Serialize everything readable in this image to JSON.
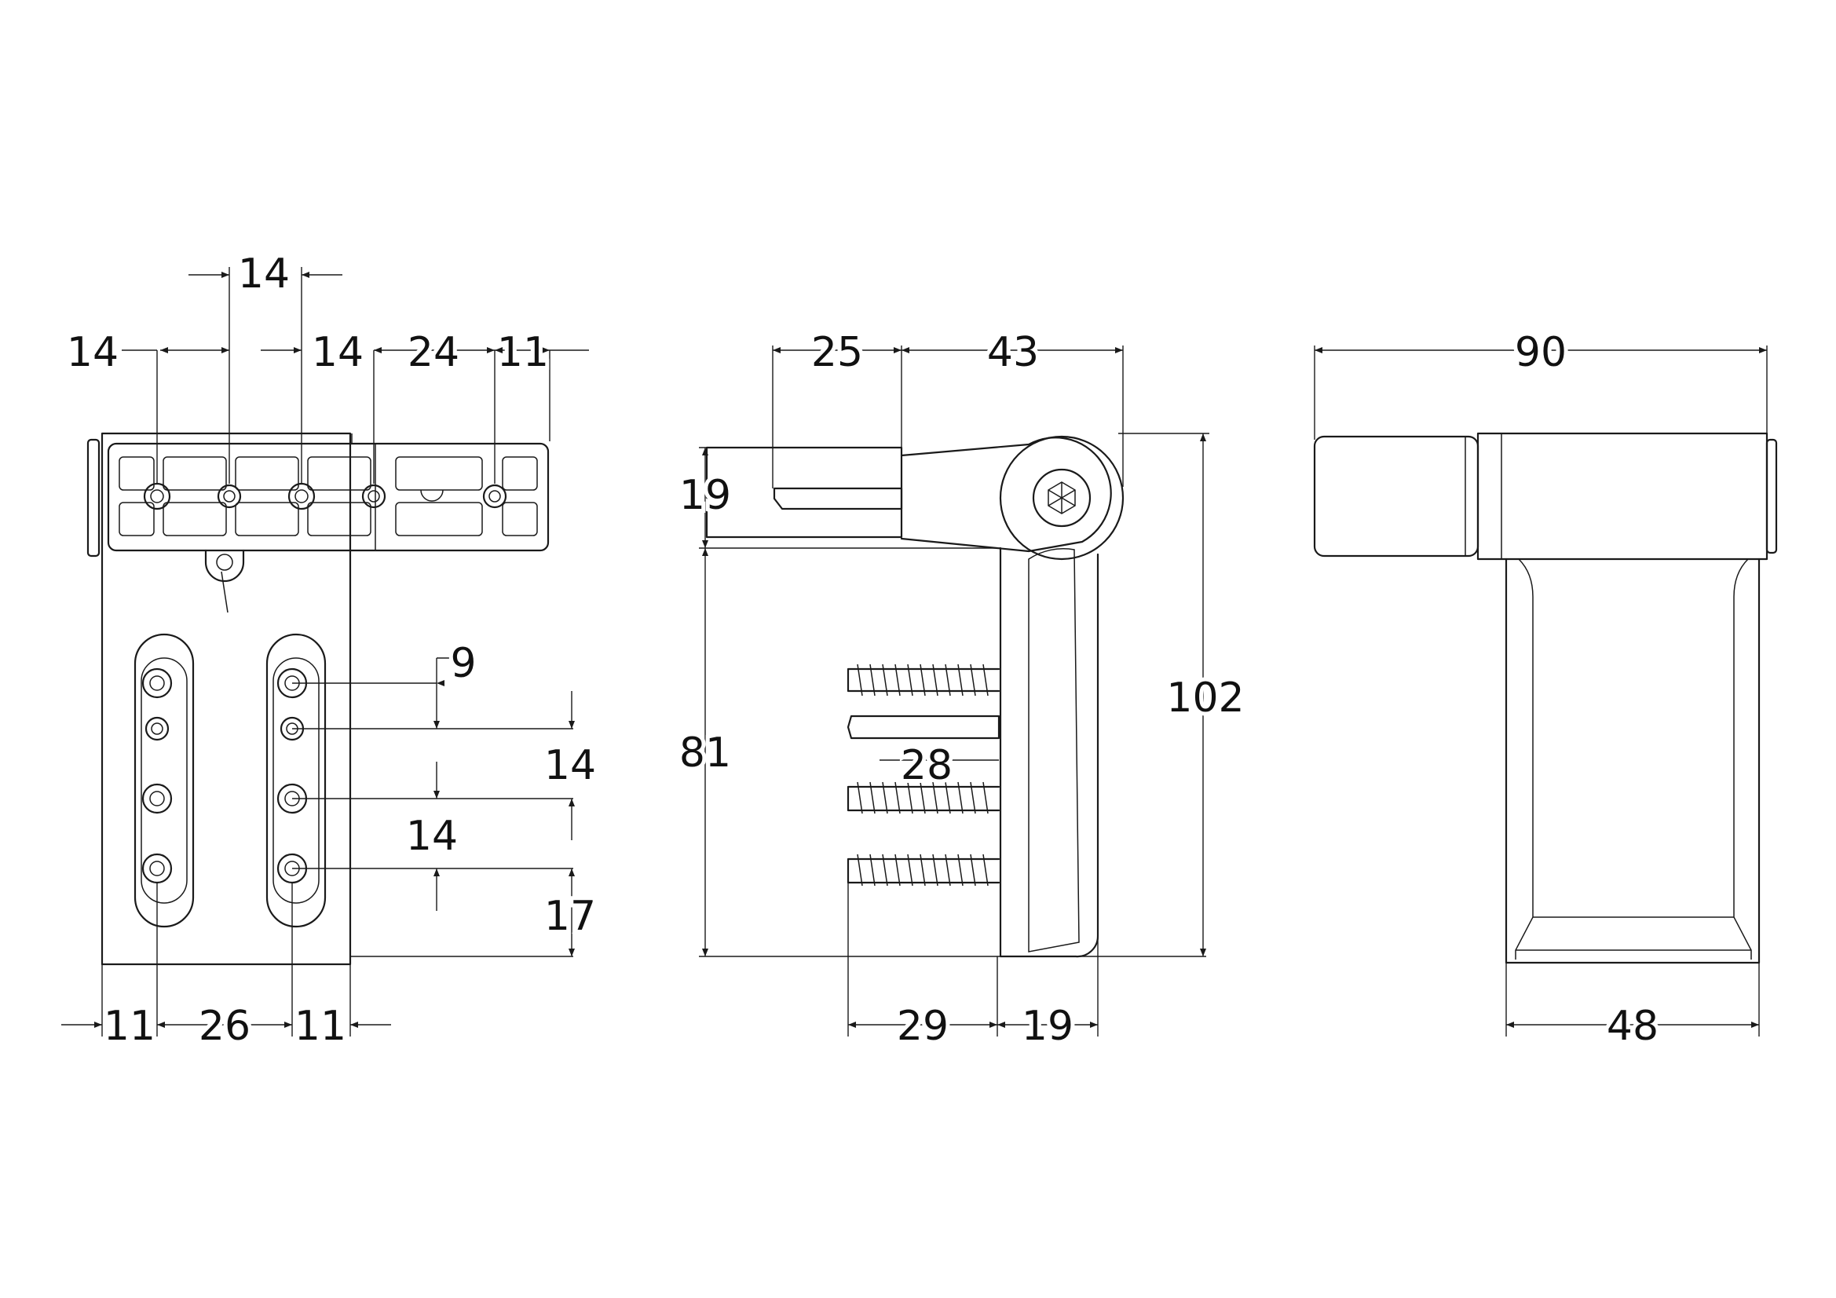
{
  "drawing_type": "hinge dimension drawing",
  "line_color": "#1a1a1a",
  "background_color": "#ffffff",
  "front_view": {
    "top_dims": {
      "left": "14",
      "top": "14",
      "middle": "14",
      "slot_span": "24",
      "edge": "11"
    },
    "bottom_dims": {
      "left": "11",
      "spacing": "26",
      "right": "11"
    },
    "right_dims": {
      "first": "9",
      "second": "14",
      "third": "14",
      "bottom": "17"
    }
  },
  "side_view": {
    "top_dims": {
      "left": "25",
      "right": "43"
    },
    "left_dims": {
      "upper": "19",
      "lower": "81"
    },
    "right_dim": "102",
    "screw_dim": "28",
    "bottom_dims": {
      "left": "29",
      "right": "19"
    },
    "icons": [
      "hex-socket-icon"
    ]
  },
  "end_view": {
    "top_dim": "90",
    "bottom_dim": "48"
  }
}
